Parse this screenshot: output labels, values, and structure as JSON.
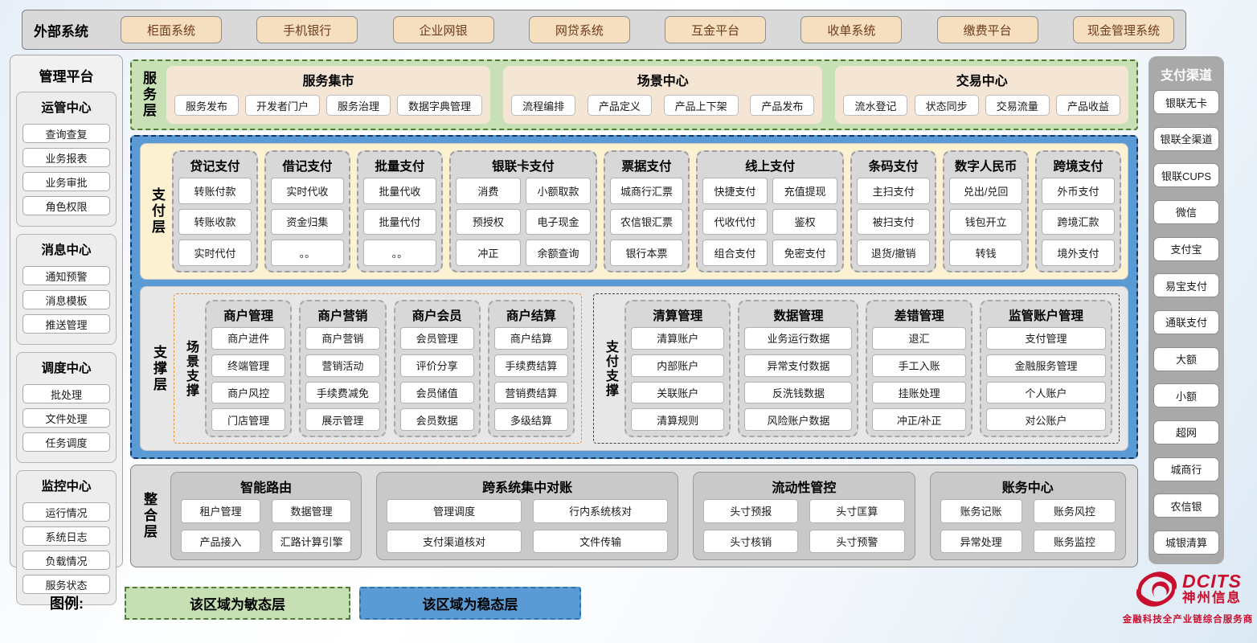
{
  "external": {
    "label": "外部系统",
    "systems": [
      "柜面系统",
      "手机银行",
      "企业网银",
      "网贷系统",
      "互金平台",
      "收单系统",
      "缴费平台",
      "现金管理系统"
    ]
  },
  "management": {
    "title": "管理平台",
    "groups": [
      {
        "title": "运管中心",
        "items": [
          "查询查复",
          "业务报表",
          "业务审批",
          "角色权限"
        ]
      },
      {
        "title": "消息中心",
        "items": [
          "通知预警",
          "消息模板",
          "推送管理"
        ]
      },
      {
        "title": "调度中心",
        "items": [
          "批处理",
          "文件处理",
          "任务调度"
        ]
      },
      {
        "title": "监控中心",
        "items": [
          "运行情况",
          "系统日志",
          "负载情况",
          "服务状态"
        ]
      }
    ]
  },
  "service_layer": {
    "label": "服务层",
    "panels": [
      {
        "title": "服务集市",
        "items": [
          "服务发布",
          "开发者门户",
          "服务治理",
          "数据字典管理"
        ]
      },
      {
        "title": "场景中心",
        "items": [
          "流程编排",
          "产品定义",
          "产品上下架",
          "产品发布"
        ]
      },
      {
        "title": "交易中心",
        "items": [
          "流水登记",
          "状态同步",
          "交易流量",
          "产品收益"
        ]
      }
    ]
  },
  "payment_layer": {
    "label": "支付层",
    "columns": [
      {
        "title": "贷记支付",
        "items": [
          "转账付款",
          "转账收款",
          "实时代付"
        ]
      },
      {
        "title": "借记支付",
        "items": [
          "实时代收",
          "资金归集",
          "。。"
        ]
      },
      {
        "title": "批量支付",
        "items": [
          "批量代收",
          "批量代付",
          "。。"
        ]
      },
      {
        "title": "银联卡支付",
        "items": [
          "消费",
          "小额取款",
          "预授权",
          "电子现金",
          "冲正",
          "余额查询"
        ]
      },
      {
        "title": "票据支付",
        "items": [
          "城商行汇票",
          "农信银汇票",
          "银行本票"
        ]
      },
      {
        "title": "线上支付",
        "items": [
          "快捷支付",
          "充值提现",
          "代收代付",
          "鉴权",
          "组合支付",
          "免密支付"
        ]
      },
      {
        "title": "条码支付",
        "items": [
          "主扫支付",
          "被扫支付",
          "退货/撤销"
        ]
      },
      {
        "title": "数字人民币",
        "items": [
          "兑出/兑回",
          "钱包开立",
          "转钱"
        ]
      },
      {
        "title": "跨境支付",
        "items": [
          "外币支付",
          "跨境汇款",
          "境外支付"
        ]
      }
    ]
  },
  "support_layer": {
    "label": "支撑层",
    "groups": [
      {
        "label": "场景支撑",
        "columns": [
          {
            "title": "商户管理",
            "items": [
              "商户进件",
              "终端管理",
              "商户风控",
              "门店管理"
            ]
          },
          {
            "title": "商户营销",
            "items": [
              "商户营销",
              "营销活动",
              "手续费减免",
              "展示管理"
            ]
          },
          {
            "title": "商户会员",
            "items": [
              "会员管理",
              "评价分享",
              "会员储值",
              "会员数据"
            ]
          },
          {
            "title": "商户结算",
            "items": [
              "商户结算",
              "手续费结算",
              "营销费结算",
              "多级结算"
            ]
          }
        ]
      },
      {
        "label": "支付支撑",
        "columns": [
          {
            "title": "清算管理",
            "items": [
              "清算账户",
              "内部账户",
              "关联账户",
              "清算规则"
            ]
          },
          {
            "title": "数据管理",
            "items": [
              "业务运行数据",
              "异常支付数据",
              "反洗钱数据",
              "风险账户数据"
            ]
          },
          {
            "title": "差错管理",
            "items": [
              "退汇",
              "手工入账",
              "挂账处理",
              "冲正/补正"
            ]
          },
          {
            "title": "监管账户管理",
            "items": [
              "支付管理",
              "金融服务管理",
              "个人账户",
              "对公账户"
            ]
          }
        ]
      }
    ]
  },
  "integration_layer": {
    "label": "整合层",
    "panels": [
      {
        "title": "智能路由",
        "items": [
          "租户管理",
          "数据管理",
          "产品接入",
          "汇路计算引擎"
        ]
      },
      {
        "title": "跨系统集中对账",
        "items": [
          "管理调度",
          "行内系统核对",
          "支付渠道核对",
          "文件传输"
        ]
      },
      {
        "title": "流动性管控",
        "items": [
          "头寸预报",
          "头寸匡算",
          "头寸核销",
          "头寸预警"
        ]
      },
      {
        "title": "账务中心",
        "items": [
          "账务记账",
          "账务风控",
          "异常处理",
          "账务监控"
        ]
      }
    ]
  },
  "channels": {
    "title": "支付渠道",
    "items": [
      "银联无卡",
      "银联全渠道",
      "银联CUPS",
      "微信",
      "支付宝",
      "易宝支付",
      "通联支付",
      "大额",
      "小额",
      "超网",
      "城商行",
      "农信银",
      "城银清算"
    ]
  },
  "legend": {
    "label": "图例:",
    "agile": "该区域为敏态层",
    "stable": "该区域为稳态层"
  },
  "logo": {
    "name": "DCITS",
    "company": "神州信息",
    "tagline": "金融科技全产业链综合服务商"
  },
  "colors": {
    "agile_green": "#c6e0b4",
    "stable_blue": "#5b9bd5",
    "cream_payment": "#fcf2d2",
    "tan_button": "#f5dfbe",
    "brand_red": "#c8102e"
  }
}
